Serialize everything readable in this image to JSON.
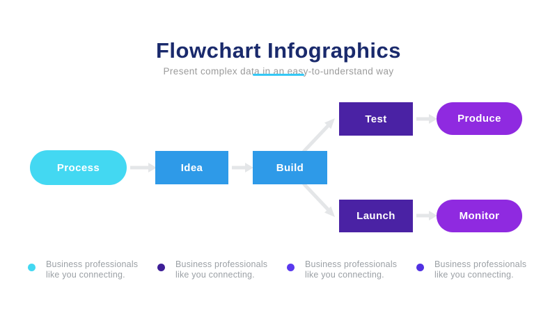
{
  "header": {
    "title": "Flowchart Infographics",
    "subtitle": "Present complex data in an easy-to-understand way"
  },
  "colors": {
    "title_navy": "#1a2a6c",
    "subtitle_gray": "#9b9b9b",
    "underline_cyan": "#35c8f5",
    "node_cyan": "#43d8f2",
    "node_blue": "#2e9ae8",
    "node_dark_purple": "#4a22a4",
    "node_bright_purple": "#8f2ae0",
    "arrow_gray": "#e4e6e8",
    "legend_text_gray": "#9ba0a5",
    "dot_cyan": "#43d8f2",
    "dot_indigo": "#3e1e97",
    "dot_violet_light": "#5a39ee",
    "dot_violet": "#5131e2"
  },
  "flowchart": {
    "nodes": [
      {
        "id": "process",
        "label": "Process",
        "shape": "pill",
        "color": "#43d8f2"
      },
      {
        "id": "idea",
        "label": "Idea",
        "shape": "rect",
        "color": "#2e9ae8"
      },
      {
        "id": "build",
        "label": "Build",
        "shape": "rect",
        "color": "#2e9ae8"
      },
      {
        "id": "test",
        "label": "Test",
        "shape": "rect",
        "color": "#4a22a4"
      },
      {
        "id": "produce",
        "label": "Produce",
        "shape": "pill",
        "color": "#8f2ae0"
      },
      {
        "id": "launch",
        "label": "Launch",
        "shape": "rect",
        "color": "#4a22a4"
      },
      {
        "id": "monitor",
        "label": "Monitor",
        "shape": "pill",
        "color": "#8f2ae0"
      }
    ],
    "connections": [
      "process-to-idea",
      "idea-to-build",
      "build-to-test",
      "build-to-launch",
      "test-to-produce",
      "launch-to-monitor"
    ]
  },
  "legend": {
    "items": [
      {
        "dot_color": "#43d8f2",
        "line1": "Business professionals",
        "line2": "like you connecting."
      },
      {
        "dot_color": "#3e1e97",
        "line1": "Business professionals",
        "line2": "like you connecting."
      },
      {
        "dot_color": "#5a39ee",
        "line1": "Business professionals",
        "line2": "like you connecting."
      },
      {
        "dot_color": "#5131e2",
        "line1": "Business professionals",
        "line2": "like you connecting."
      }
    ]
  }
}
